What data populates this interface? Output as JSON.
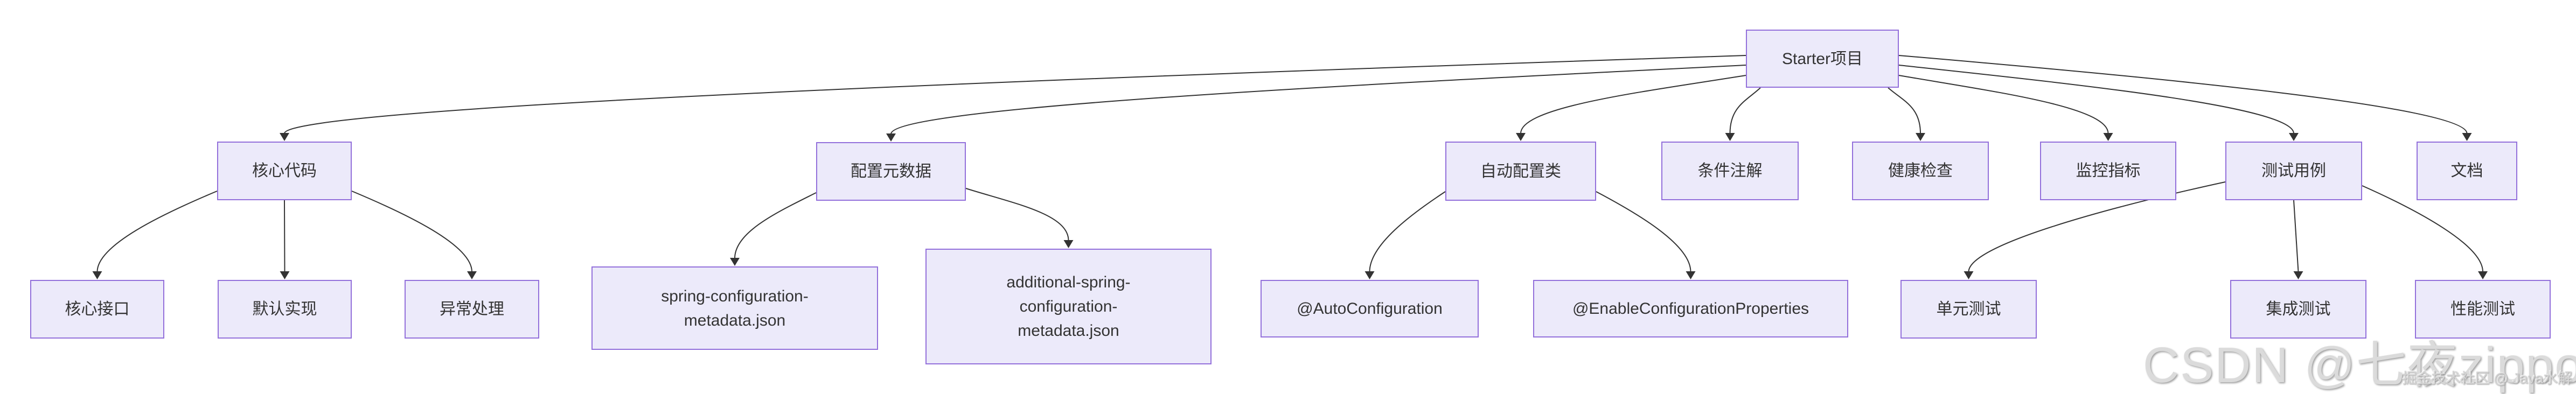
{
  "diagram": {
    "nodes": [
      {
        "id": "starter",
        "label": "Starter项目"
      },
      {
        "id": "core_code",
        "label": "核心代码"
      },
      {
        "id": "config_meta",
        "label": "配置元数据"
      },
      {
        "id": "auto_config",
        "label": "自动配置类"
      },
      {
        "id": "cond_anno",
        "label": "条件注解"
      },
      {
        "id": "health",
        "label": "健康检查"
      },
      {
        "id": "metrics",
        "label": "监控指标"
      },
      {
        "id": "test_cases",
        "label": "测试用例"
      },
      {
        "id": "docs",
        "label": "文档"
      },
      {
        "id": "core_iface",
        "label": "核心接口"
      },
      {
        "id": "default_impl",
        "label": "默认实现"
      },
      {
        "id": "exception",
        "label": "异常处理"
      },
      {
        "id": "spring_meta",
        "label": "spring-configuration-\nmetadata.json"
      },
      {
        "id": "additional_meta",
        "label": "additional-spring-\nconfiguration-\nmetadata.json"
      },
      {
        "id": "auto_conf_anno",
        "label": "@AutoConfiguration"
      },
      {
        "id": "enable_props",
        "label": "@EnableConfigurationProperties"
      },
      {
        "id": "unit_test",
        "label": "单元测试"
      },
      {
        "id": "integration_test",
        "label": "集成测试"
      },
      {
        "id": "perf_test",
        "label": "性能测试"
      }
    ],
    "edges": [
      {
        "from": "starter",
        "to": "core_code"
      },
      {
        "from": "starter",
        "to": "config_meta"
      },
      {
        "from": "starter",
        "to": "auto_config"
      },
      {
        "from": "starter",
        "to": "cond_anno"
      },
      {
        "from": "starter",
        "to": "health"
      },
      {
        "from": "starter",
        "to": "metrics"
      },
      {
        "from": "starter",
        "to": "test_cases"
      },
      {
        "from": "starter",
        "to": "docs"
      },
      {
        "from": "core_code",
        "to": "core_iface"
      },
      {
        "from": "core_code",
        "to": "default_impl"
      },
      {
        "from": "core_code",
        "to": "exception"
      },
      {
        "from": "config_meta",
        "to": "spring_meta"
      },
      {
        "from": "config_meta",
        "to": "additional_meta"
      },
      {
        "from": "auto_config",
        "to": "auto_conf_anno"
      },
      {
        "from": "auto_config",
        "to": "enable_props"
      },
      {
        "from": "test_cases",
        "to": "unit_test"
      },
      {
        "from": "test_cases",
        "to": "integration_test"
      },
      {
        "from": "test_cases",
        "to": "perf_test"
      }
    ],
    "colors": {
      "node_fill": "#eceafa",
      "node_border": "#9370db",
      "edge": "#333333",
      "text": "#333333"
    }
  },
  "watermark": {
    "large": "CSDN @七夜zippoe",
    "small": "掘金技术社区 @ Java水解"
  }
}
